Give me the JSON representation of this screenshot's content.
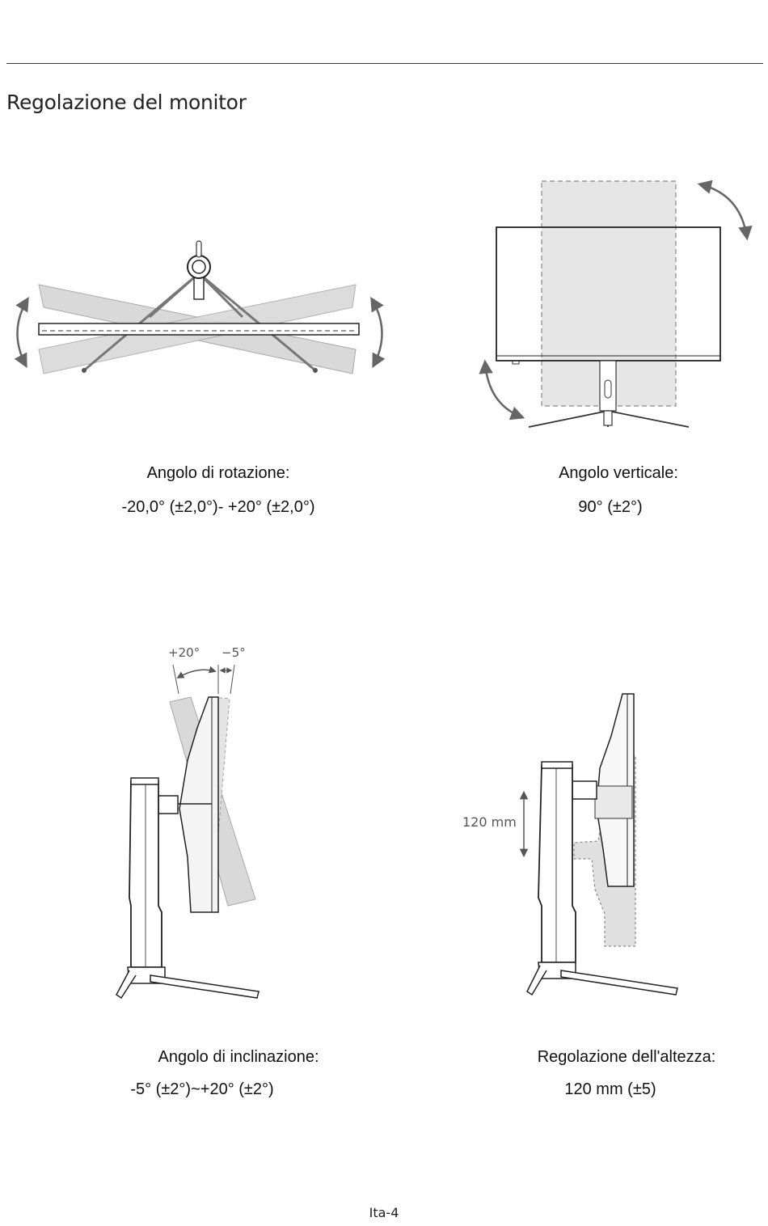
{
  "page": {
    "title": "Regolazione del monitor",
    "page_number": "Ita-4"
  },
  "swivel": {
    "caption_label": "Angolo di rotazione:",
    "caption_value": "-20,0° (±2,0°)- +20° (±2,0°)"
  },
  "pivot": {
    "caption_label": "Angolo verticale:",
    "caption_value": "90° (±2°)"
  },
  "tilt": {
    "plus_label": "+20°",
    "minus_label": "−5°",
    "caption_label": "Angolo di inclinazione:",
    "caption_value": "-5° (±2°)~+20° (±2°)"
  },
  "height": {
    "dimension_label": "120 mm",
    "caption_label": "Regolazione dell'altezza:",
    "caption_value": "120 mm (±5)"
  }
}
